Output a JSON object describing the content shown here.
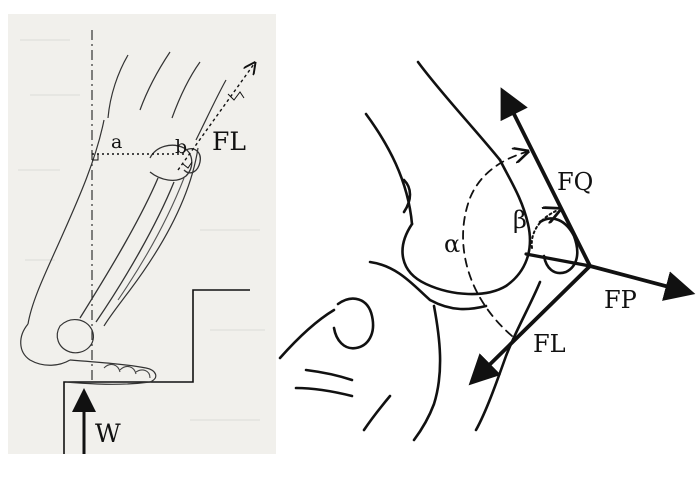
{
  "left_panel": {
    "labels": {
      "a": "a",
      "b": "b",
      "fl": "FL",
      "w": "W"
    }
  },
  "right_panel": {
    "labels": {
      "fq": "FQ",
      "fp": "FP",
      "fl": "FL",
      "alpha": "α",
      "beta": "β"
    }
  },
  "colors": {
    "ink": "#111111",
    "paper": "#f1f0ec",
    "background": "#ffffff"
  }
}
